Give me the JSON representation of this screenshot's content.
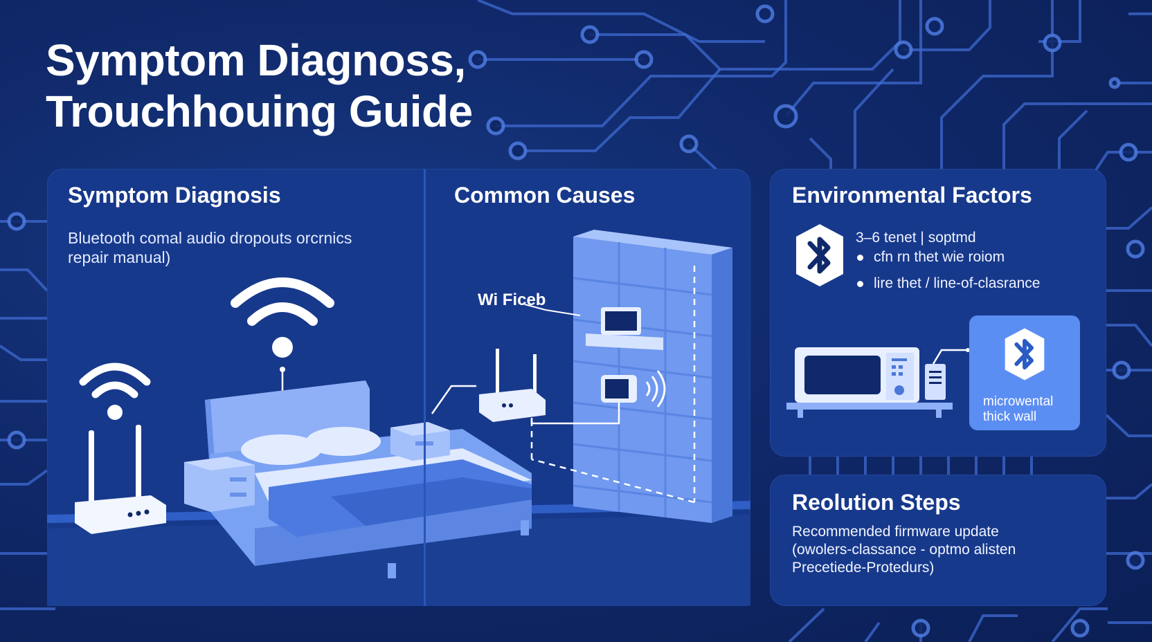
{
  "title": {
    "line1": "Symptom Diagnoss,",
    "line2": "Trouchhouing Guide"
  },
  "symptom": {
    "heading": "Symptom Diagnosis",
    "desc_line1": "Bluetooth comal audio dropouts orcrnics",
    "desc_line2": "repair manual)"
  },
  "causes": {
    "heading": "Common Causes",
    "wifi_label": "Wi Ficeb"
  },
  "environment": {
    "heading": "Environmental Factors",
    "bullet_intro": "3–6 tenet | soptmd",
    "bullets": [
      "cfn rn  thet  wie roiom",
      "lire thet / line-of-clasrance"
    ],
    "card_label_line1": "microwental",
    "card_label_line2": "thick wall"
  },
  "resolution": {
    "heading": "Reolution Steps",
    "line1": "Recommended firmware update",
    "line2": "(owolers-classance  -  optmo alisten",
    "line3": "Precetiede-Protedurs)"
  },
  "icons": {
    "bluetooth": "bluetooth-icon",
    "wifi": "wifi-icon",
    "router": "router-icon",
    "microwave": "microwave-icon",
    "bed": "bed-icon"
  },
  "colors": {
    "background": "#0f2766",
    "panel": "#17398c",
    "circuit": "#3f6ad0",
    "illustration": "#8fb0f7",
    "accent_card": "#5b8ef3"
  }
}
